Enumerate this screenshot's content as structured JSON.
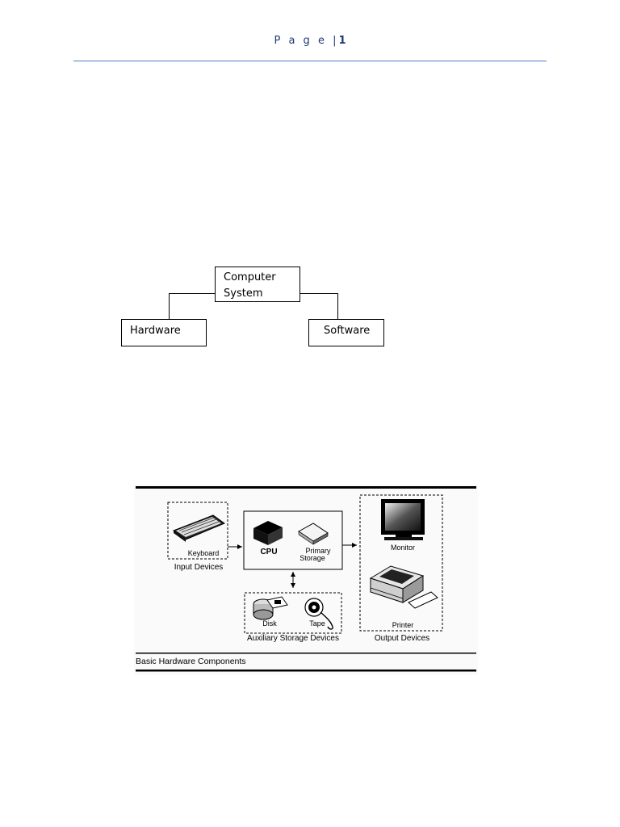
{
  "header": {
    "page_word": "P a g e",
    "separator": "|",
    "page_number": "1"
  },
  "org_chart": {
    "root_line1": "Computer",
    "root_line2": "System",
    "left_child": "Hardware",
    "right_child": "Software"
  },
  "figure": {
    "keyboard": "Keyboard",
    "input_devices": "Input Devices",
    "cpu": "CPU",
    "primary_storage_line1": "Primary",
    "primary_storage_line2": "Storage",
    "monitor": "Monitor",
    "printer": "Printer",
    "disk": "Disk",
    "tape": "Tape",
    "auxiliary_storage": "Auxiliary Storage Devices",
    "output_devices": "Output Devices",
    "caption": "Basic Hardware Components"
  }
}
